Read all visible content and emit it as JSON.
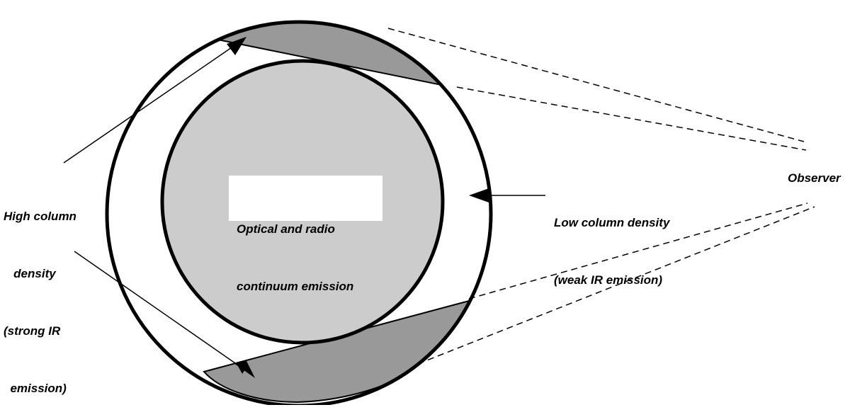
{
  "labels": {
    "center_line1": "Optical and radio",
    "center_line2": "continuum emission",
    "high_line1": "High column",
    "high_line2": "   density",
    "high_line3": "(strong IR",
    "high_line4": "  emission)",
    "low_line1": "Low column density",
    "low_line2": "(weak IR emission)",
    "observer": "Observer"
  },
  "colors": {
    "inner_disc": "#cccccc",
    "dense_region": "#999999",
    "outline": "#000000",
    "background": "#ffffff"
  }
}
